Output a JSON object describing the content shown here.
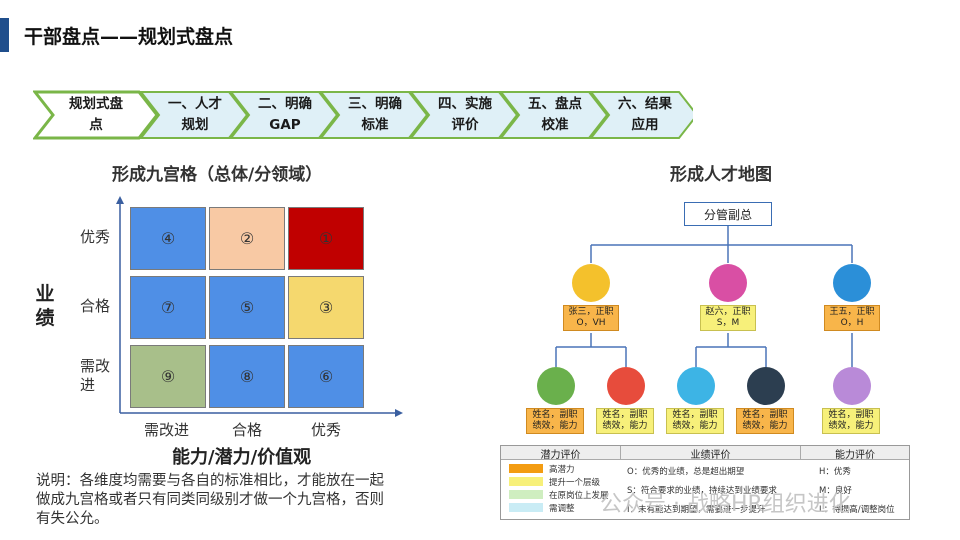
{
  "page_title": "干部盘点——规划式盘点",
  "steps": [
    {
      "line1": "规划式盘",
      "line2": "点"
    },
    {
      "line1": "一、人才",
      "line2": "规划"
    },
    {
      "line1": "二、明确",
      "line2": "GAP"
    },
    {
      "line1": "三、明确",
      "line2": "标准"
    },
    {
      "line1": "四、实施",
      "line2": "评价"
    },
    {
      "line1": "五、盘点",
      "line2": "校准"
    },
    {
      "line1": "六、结果",
      "line2": "应用"
    }
  ],
  "grid": {
    "title": "形成九宫格（总体/分领域）",
    "y_axis_title": "业绩",
    "y_labels": [
      "优秀",
      "合格",
      "需改进"
    ],
    "x_labels": [
      "需改进",
      "合格",
      "优秀"
    ],
    "x_axis_title": "能力/潜力/价值观",
    "cells": [
      {
        "label": "④",
        "color": "#4f8fe6"
      },
      {
        "label": "②",
        "color": "#f8c9a4"
      },
      {
        "label": "①",
        "color": "#c00000"
      },
      {
        "label": "⑦",
        "color": "#4f8fe6"
      },
      {
        "label": "⑤",
        "color": "#4f8fe6"
      },
      {
        "label": "③",
        "color": "#f5d86e"
      },
      {
        "label": "⑨",
        "color": "#a8bf8a"
      },
      {
        "label": "⑧",
        "color": "#4f8fe6"
      },
      {
        "label": "⑥",
        "color": "#4f8fe6"
      }
    ]
  },
  "note": "说明：各维度均需要与各自的标准相比，才能放在一起做成九宫格或者只有同类同级别才做一个九宫格，否则有失公允。",
  "org": {
    "title": "形成人才地图",
    "root": "分管副总",
    "managers": [
      {
        "line1": "张三，正职",
        "line2": "O，VH"
      },
      {
        "line1": "赵六，正职",
        "line2": "S，M"
      },
      {
        "line1": "王五，正职",
        "line2": "O，H"
      }
    ],
    "staff_line1": "姓名，副职",
    "staff_line2": "绩效，能力",
    "legend": {
      "headers": [
        "潜力评价",
        "业绩评价",
        "能力评价"
      ],
      "potential": [
        {
          "text": "高潜力",
          "color": "#f39c12"
        },
        {
          "text": "提升一个层级",
          "color": "#f7f07a"
        },
        {
          "text": "在原岗位上发展",
          "color": "#cfeec0"
        },
        {
          "text": "需调整",
          "color": "#c9ecf5"
        }
      ],
      "performance": [
        "O：优秀的业绩，总是超出期望",
        "S：符合要求的业绩，持续达到业绩要求",
        "I：未有能达到期望，需要进一步提升"
      ],
      "ability": [
        "H：优秀",
        "M：良好",
        "L：待提高/调整岗位"
      ]
    }
  },
  "watermark": "公众号 · 战略HR组织进化"
}
